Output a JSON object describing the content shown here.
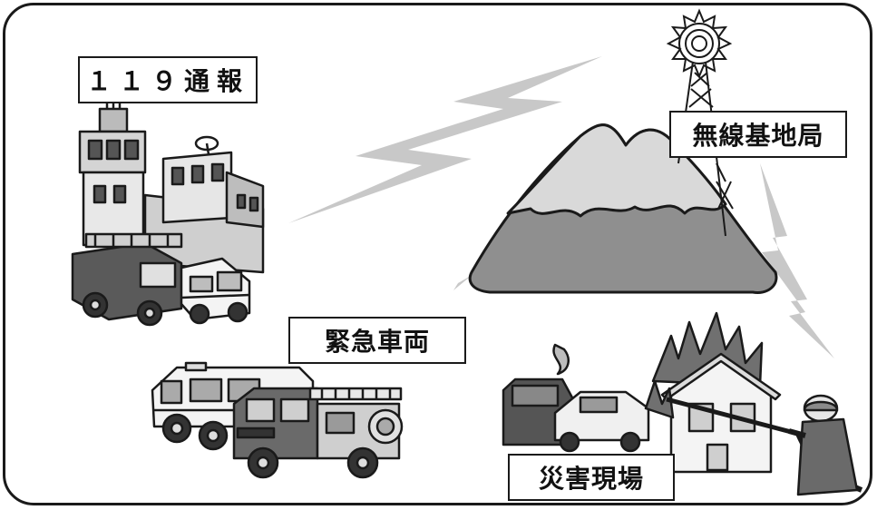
{
  "labels": {
    "call_119": "１１９通報",
    "radio_base_station": "無線基地局",
    "emergency_vehicles": "緊急車両",
    "disaster_site": "災害現場"
  },
  "colors": {
    "ink": "#1a1a1a",
    "light_gray": "#c8c8c8",
    "mid_gray": "#9a9a9a",
    "dark_gray": "#555555",
    "white": "#ffffff"
  },
  "icons": [
    "fire-station-icon",
    "radio-tower-icon",
    "mountain-icon",
    "lightning-bolt-icon",
    "ambulance-icon",
    "fire-engine-icon",
    "burning-house-icon",
    "firefighter-icon",
    "burning-cars-icon"
  ]
}
